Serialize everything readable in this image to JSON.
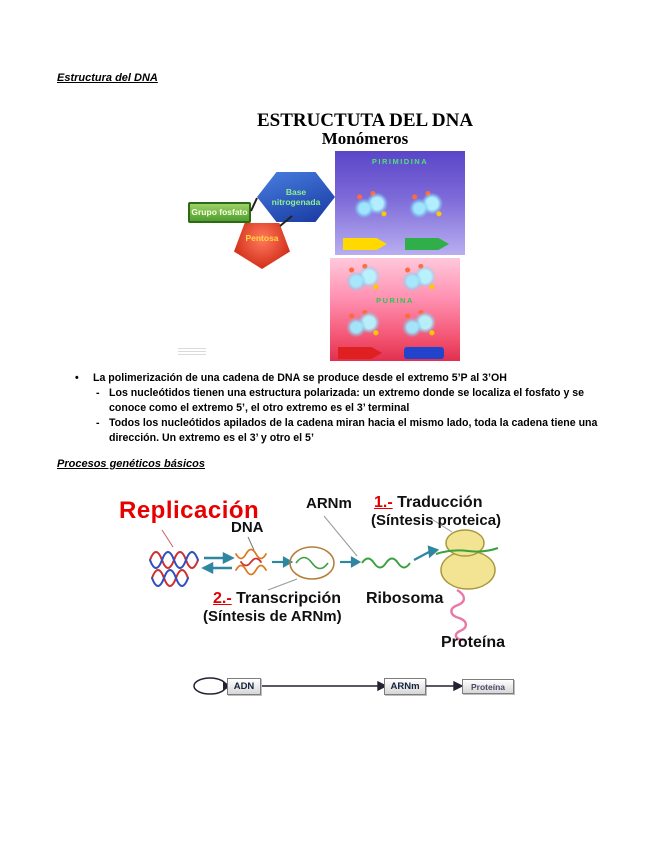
{
  "doc": {
    "section1_title": "Estructura del DNA",
    "section2_title": "Procesos genéticos básicos"
  },
  "colors": {
    "accent_red": "#e80000",
    "phosphate_green": "#4f9e2f",
    "base_blue": "#2a55c4",
    "pentose_red": "#c21300",
    "pyrimidine_panel": "#7d6ad8",
    "purine_panel": "#f2506e"
  },
  "figure1": {
    "title": "ESTRUCTUTA DEL DNA",
    "subtitle": "Monómeros",
    "phosphate": "Grupo fosfato",
    "base": "Base nitrogenada",
    "pentose": "Pentosa",
    "pyrimidine": "PIRIMIDINA",
    "purine": "PURINA"
  },
  "bullets": {
    "marker": "•",
    "dash": "-",
    "item": "La polimerización de una cadena de DNA se produce desde el extremo 5’P al 3’OH",
    "sub": [
      "Los nucleótidos tienen una estructura polarizada: un extremo donde se localiza el fosfato y se conoce como el extremo 5’, el otro extremo es el 3’ terminal",
      "Todos los nucleótidos apilados de la cadena miran hacia el mismo lado, toda la cadena tiene una dirección. Un extremo es el 3’ y otro el 5’"
    ]
  },
  "figure2": {
    "replicacion": "Replicación",
    "dna": "DNA",
    "arnm": "ARNm",
    "step1_num": "1.-",
    "step1_title": " Traducción",
    "step1_sub": "(Síntesis proteica)",
    "step2_num": "2.-",
    "step2_title": " Transcripción",
    "step2_sub": "(Síntesis de ARNm)",
    "ribosoma": "Ribosoma",
    "proteina": "Proteína",
    "flow": {
      "adn": "ADN",
      "arnm": "ARNm",
      "proteina": "Proteína"
    }
  }
}
